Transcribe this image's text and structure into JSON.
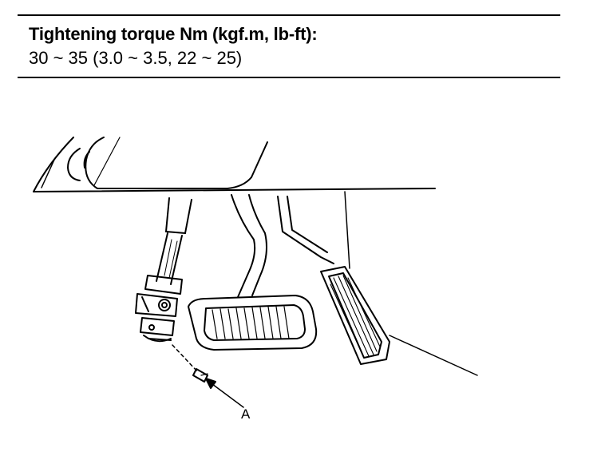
{
  "spec": {
    "title": "Tightening torque Nm (kgf.m, lb-ft):",
    "value": "30 ~ 35 (3.0 ~ 3.5, 22 ~ 25)"
  },
  "callouts": {
    "a": "A"
  }
}
